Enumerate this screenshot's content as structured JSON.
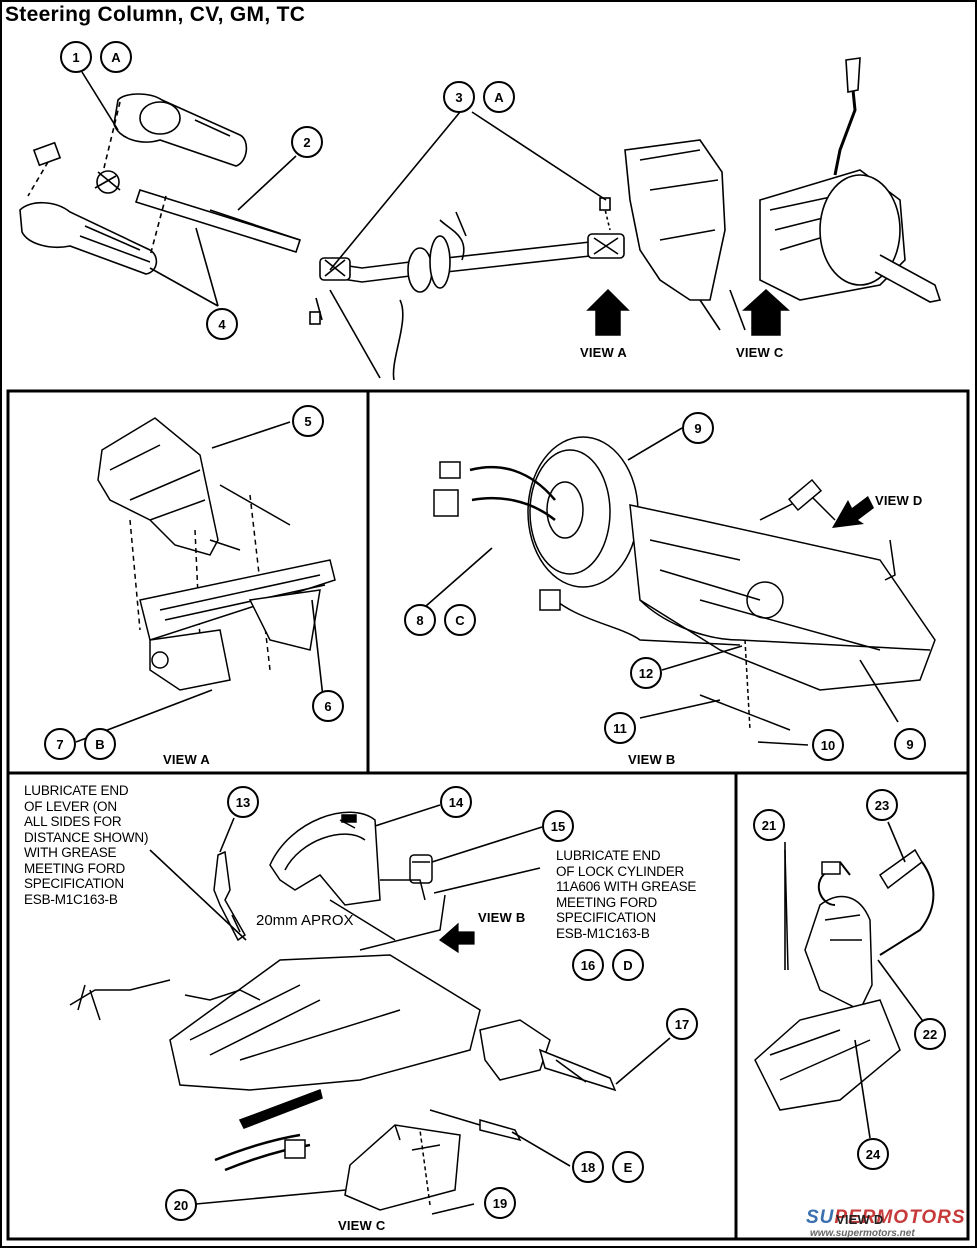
{
  "title": "Steering Column, CV, GM, TC",
  "callouts": [
    {
      "num": "1",
      "ref": "A"
    },
    {
      "num": "2"
    },
    {
      "num": "3",
      "ref": "A"
    },
    {
      "num": "4"
    },
    {
      "num": "5"
    },
    {
      "num": "6"
    },
    {
      "num": "7",
      "ref": "B"
    },
    {
      "num": "8",
      "ref": "C"
    },
    {
      "num": "9"
    },
    {
      "num": "10"
    },
    {
      "num": "11"
    },
    {
      "num": "12"
    },
    {
      "num": "13"
    },
    {
      "num": "14"
    },
    {
      "num": "15"
    },
    {
      "num": "16",
      "ref": "D"
    },
    {
      "num": "17"
    },
    {
      "num": "18",
      "ref": "E"
    },
    {
      "num": "19"
    },
    {
      "num": "20"
    },
    {
      "num": "21"
    },
    {
      "num": "22"
    },
    {
      "num": "23"
    },
    {
      "num": "24"
    }
  ],
  "view_labels": {
    "top_view_a": "VIEW A",
    "top_view_c": "VIEW C",
    "panel_a": "VIEW A",
    "panel_b": "VIEW B",
    "panel_b_arrow": "VIEW D",
    "panel_c": "VIEW C",
    "panel_c_arrow": "VIEW B",
    "panel_d": "VIEW D"
  },
  "notes": {
    "lever": "LUBRICATE END\nOF LEVER (ON\nALL SIDES FOR\nDISTANCE SHOWN)\nWITH GREASE\nMEETING FORD\nSPECIFICATION\nESB-M1C163-B",
    "lock_cylinder": "LUBRICATE END\nOF LOCK CYLINDER\n11A606 WITH GREASE\nMEETING FORD\nSPECIFICATION\nESB-M1C163-B",
    "dimension": "20mm APROX"
  },
  "watermark": {
    "brand_su": "SU",
    "brand_rest": "PERMOTORS",
    "url": "www.supermotors.net"
  }
}
